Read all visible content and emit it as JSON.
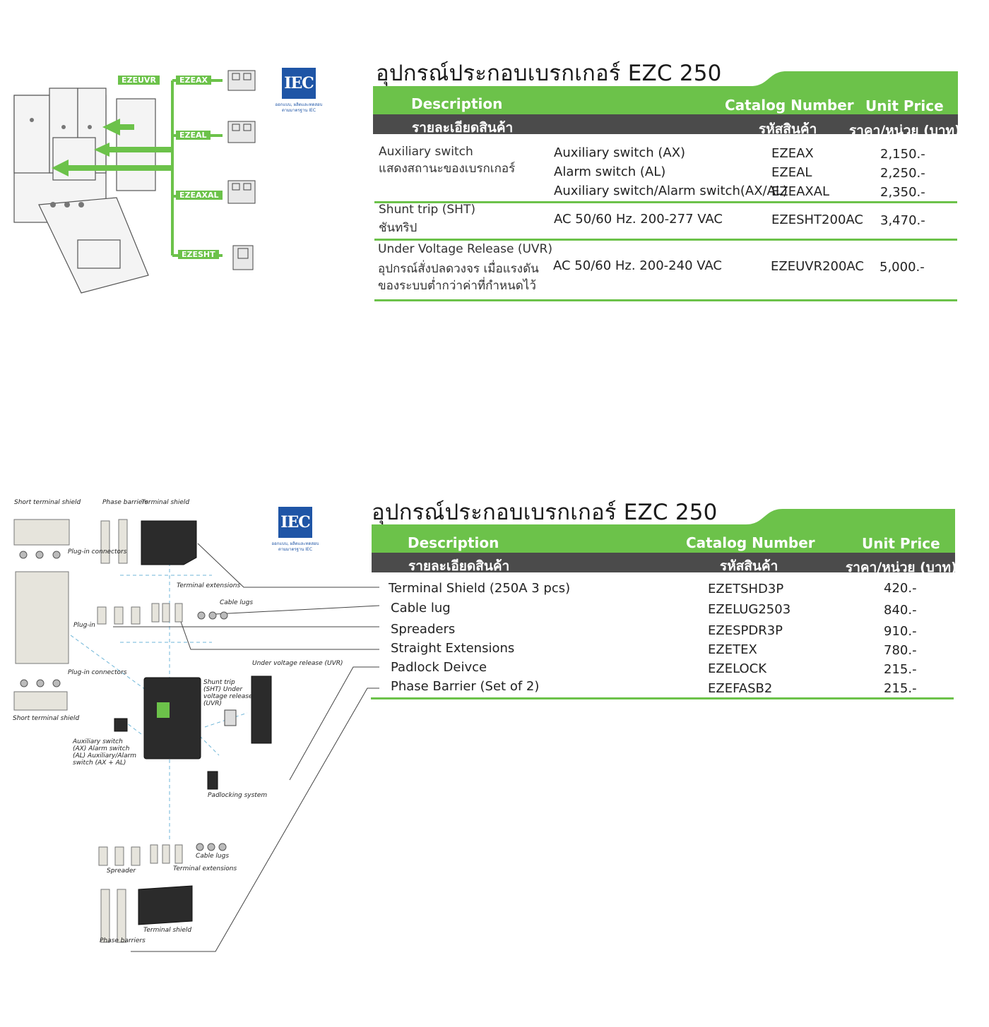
{
  "top": {
    "title": "อุปกรณ์ประกอบเบรกเกอร์ EZC 250",
    "headers": {
      "description": "Description",
      "description_th": "รายละเอียดสินค้า",
      "catalog": "Catalog Number",
      "catalog_th": "รหัสสินค้า",
      "price": "Unit Price",
      "price_th": "ราคา/หน่วย (บาท)"
    },
    "groups": [
      {
        "name": "Auxiliary switch",
        "name_th": "แสดงสถานะของเบรกเกอร์",
        "rows": [
          {
            "desc": "Auxiliary switch (AX)",
            "code": "EZEAX",
            "price": "2,150.-"
          },
          {
            "desc": "Alarm switch (AL)",
            "code": "EZEAL",
            "price": "2,250.-"
          },
          {
            "desc": "Auxiliary switch/Alarm switch(AX/AL)",
            "code": "EZEAXAL",
            "price": "2,350.-"
          }
        ]
      },
      {
        "name": "Shunt trip (SHT)",
        "name_th": "ชันทริป",
        "rows": [
          {
            "desc": "AC 50/60 Hz. 200-277 VAC",
            "code": "EZESHT200AC",
            "price": "3,470.-"
          }
        ]
      },
      {
        "name": "Under Voltage Release (UVR)",
        "name_th": "อุปกรณ์สั่งปลดวงจร เมื่อแรงดัน",
        "name_th2": "ของระบบต่ำกว่าค่าที่กำหนดไว้",
        "rows": [
          {
            "desc": "AC 50/60 Hz. 200-240 VAC",
            "code": "EZEUVR200AC",
            "price": "5,000.-"
          }
        ]
      }
    ],
    "diagram_labels": [
      "EZEUVR",
      "EZEAX",
      "EZEAL",
      "EZEAXAL",
      "EZESHT"
    ],
    "iec": {
      "logo": "IEC",
      "caption1": "ออกแบบ, ผลิตและทดสอบ",
      "caption2": "ตามมาตรฐาน IEC"
    }
  },
  "bottom": {
    "title": "อุปกรณ์ประกอบเบรกเกอร์ EZC 250",
    "headers": {
      "description": "Description",
      "description_th": "รายละเอียดสินค้า",
      "catalog": "Catalog Number",
      "catalog_th": "รหัสสินค้า",
      "price": "Unit Price",
      "price_th": "ราคา/หน่วย (บาท)"
    },
    "rows": [
      {
        "desc": "Terminal Shield (250A 3 pcs)",
        "code": "EZETSHD3P",
        "price": "420.-"
      },
      {
        "desc": "Cable lug",
        "code": "EZELUG2503",
        "price": "840.-"
      },
      {
        "desc": "Spreaders",
        "code": "EZESPDR3P",
        "price": "910.-"
      },
      {
        "desc": "Straight Extensions",
        "code": "EZETEX",
        "price": "780.-"
      },
      {
        "desc": "Padlock Deivce",
        "code": "EZELOCK",
        "price": "215.-"
      },
      {
        "desc": "Phase Barrier (Set of 2)",
        "code": "EZEFASB2",
        "price": "215.-"
      }
    ],
    "diagram_labels": {
      "short_terminal_shield": "Short terminal shield",
      "phase_barriers": "Phase barriers",
      "terminal_shield": "Terminal shield",
      "plug_in_connectors": "Plug-in connectors",
      "terminal_extensions": "Terminal extensions",
      "cable_lugs": "Cable lugs",
      "plug_in": "Plug-in",
      "plug_in_connectors2": "Plug-in connectors",
      "uvr": "Under voltage release (UVR)",
      "shunt": "Shunt trip (SHT) Under voltage release (UVR)",
      "short_terminal_shield2": "Short terminal shield",
      "aux": "Auxiliary switch (AX) Alarm switch (AL) Auxiliary/Alarm switch (AX + AL)",
      "padlocking": "Padlocking system",
      "spreader": "Spreader",
      "cable_lugs2": "Cable lugs",
      "terminal_extensions2": "Terminal extensions",
      "phase_barriers2": "Phase barriers",
      "terminal_shield2": "Terminal shield"
    },
    "iec": {
      "logo": "IEC",
      "caption1": "ออกแบบ, ผลิตและทดสอบ",
      "caption2": "ตามมาตรฐาน IEC"
    }
  },
  "colors": {
    "accent": "#6cc24a",
    "header_dark": "#4b4b4b",
    "iec_blue": "#1f55a6"
  }
}
